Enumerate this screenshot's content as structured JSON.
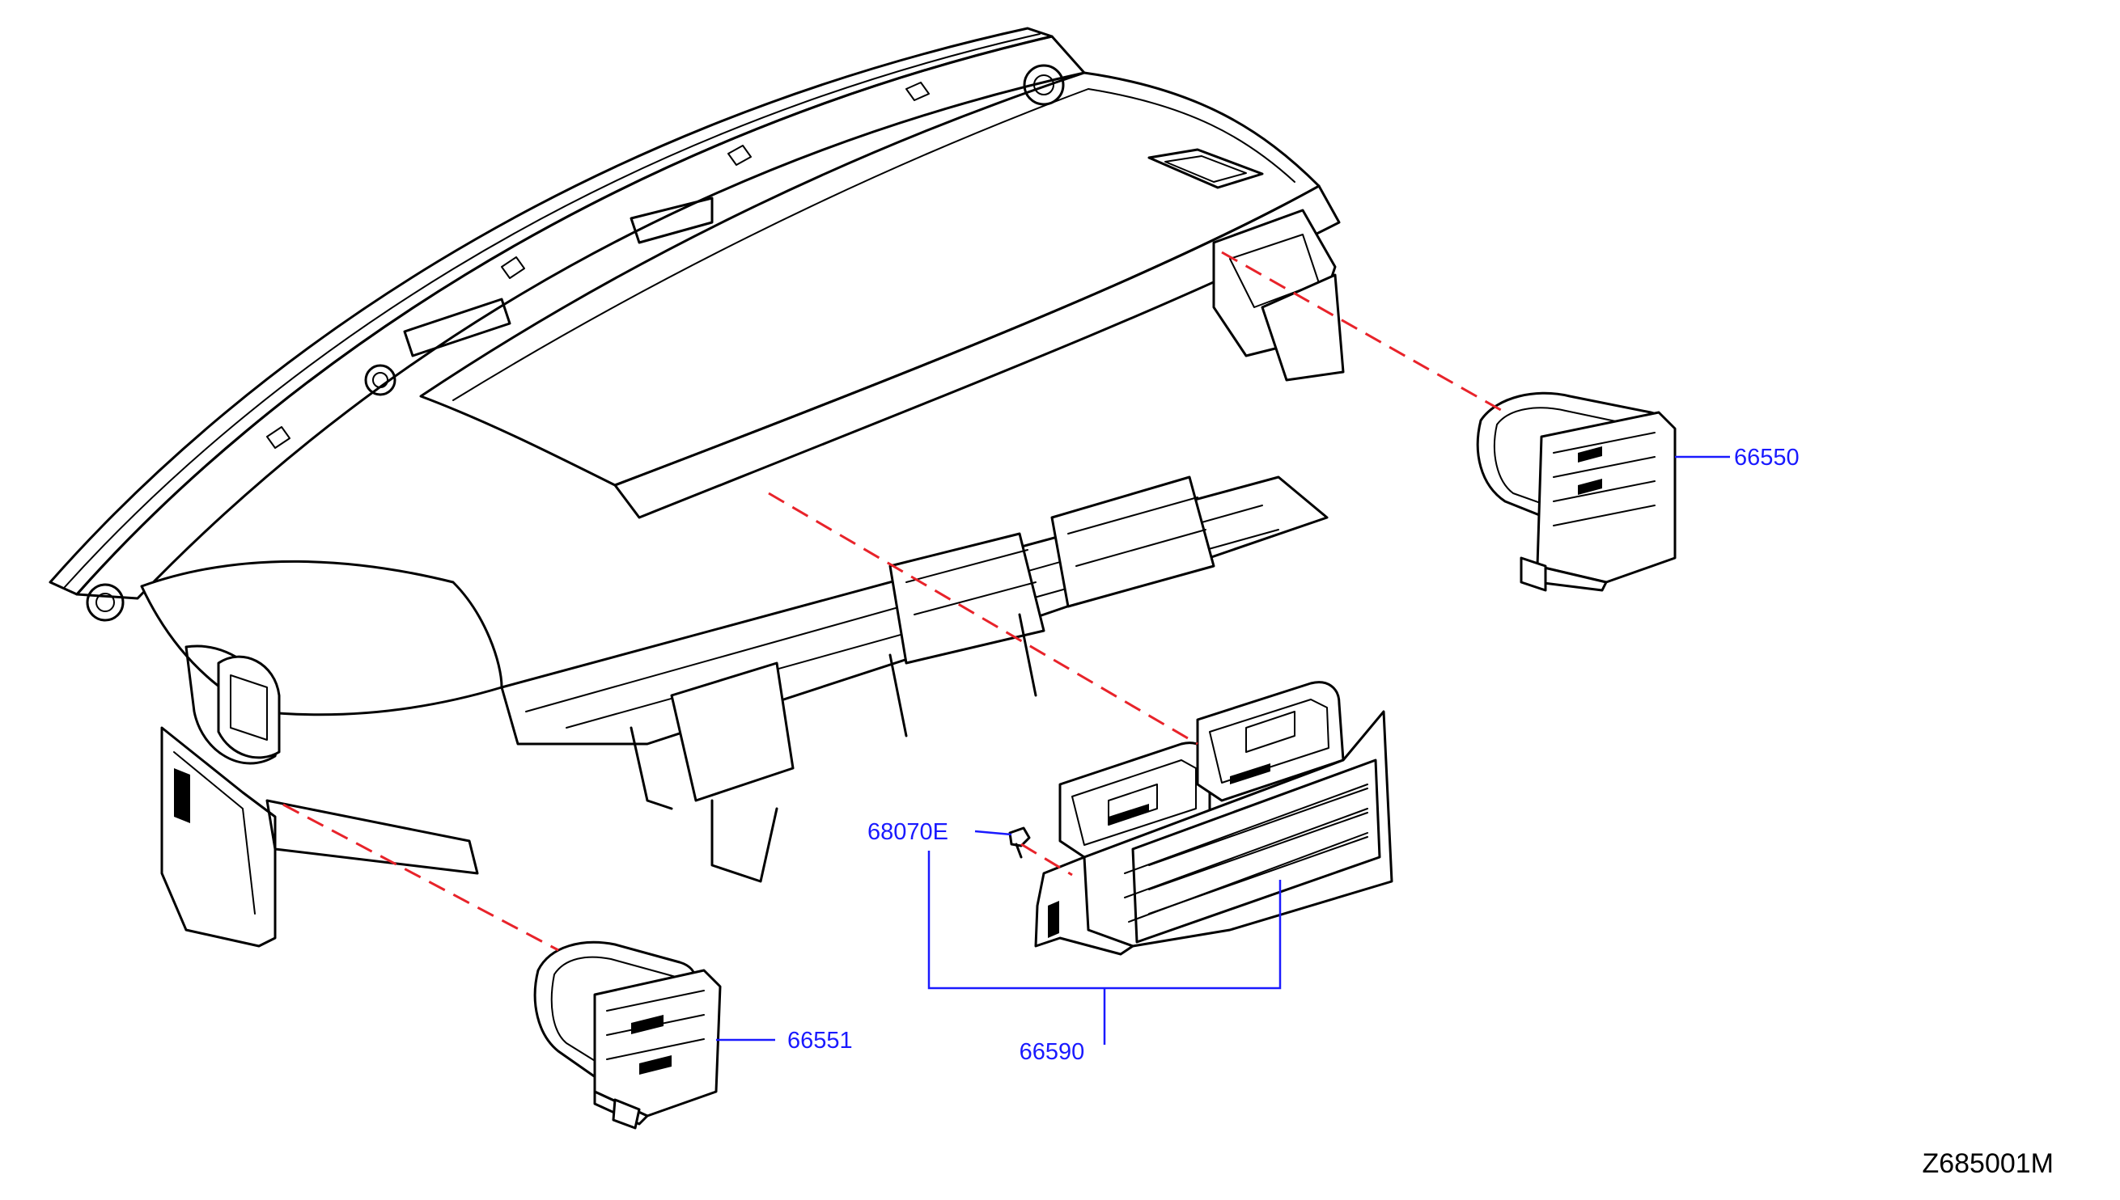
{
  "colors": {
    "label": "#1a1aff",
    "leader": "#1a1aff",
    "assembly_line": "#e8232a",
    "ink": "#000000",
    "background": "#ffffff"
  },
  "parts": [
    {
      "id": "part-66550",
      "label": "66550"
    },
    {
      "id": "part-66551",
      "label": "66551"
    },
    {
      "id": "part-66590",
      "label": "66590"
    },
    {
      "id": "part-68070e",
      "label": "68070E"
    }
  ],
  "drawing_id": "Z685001M"
}
